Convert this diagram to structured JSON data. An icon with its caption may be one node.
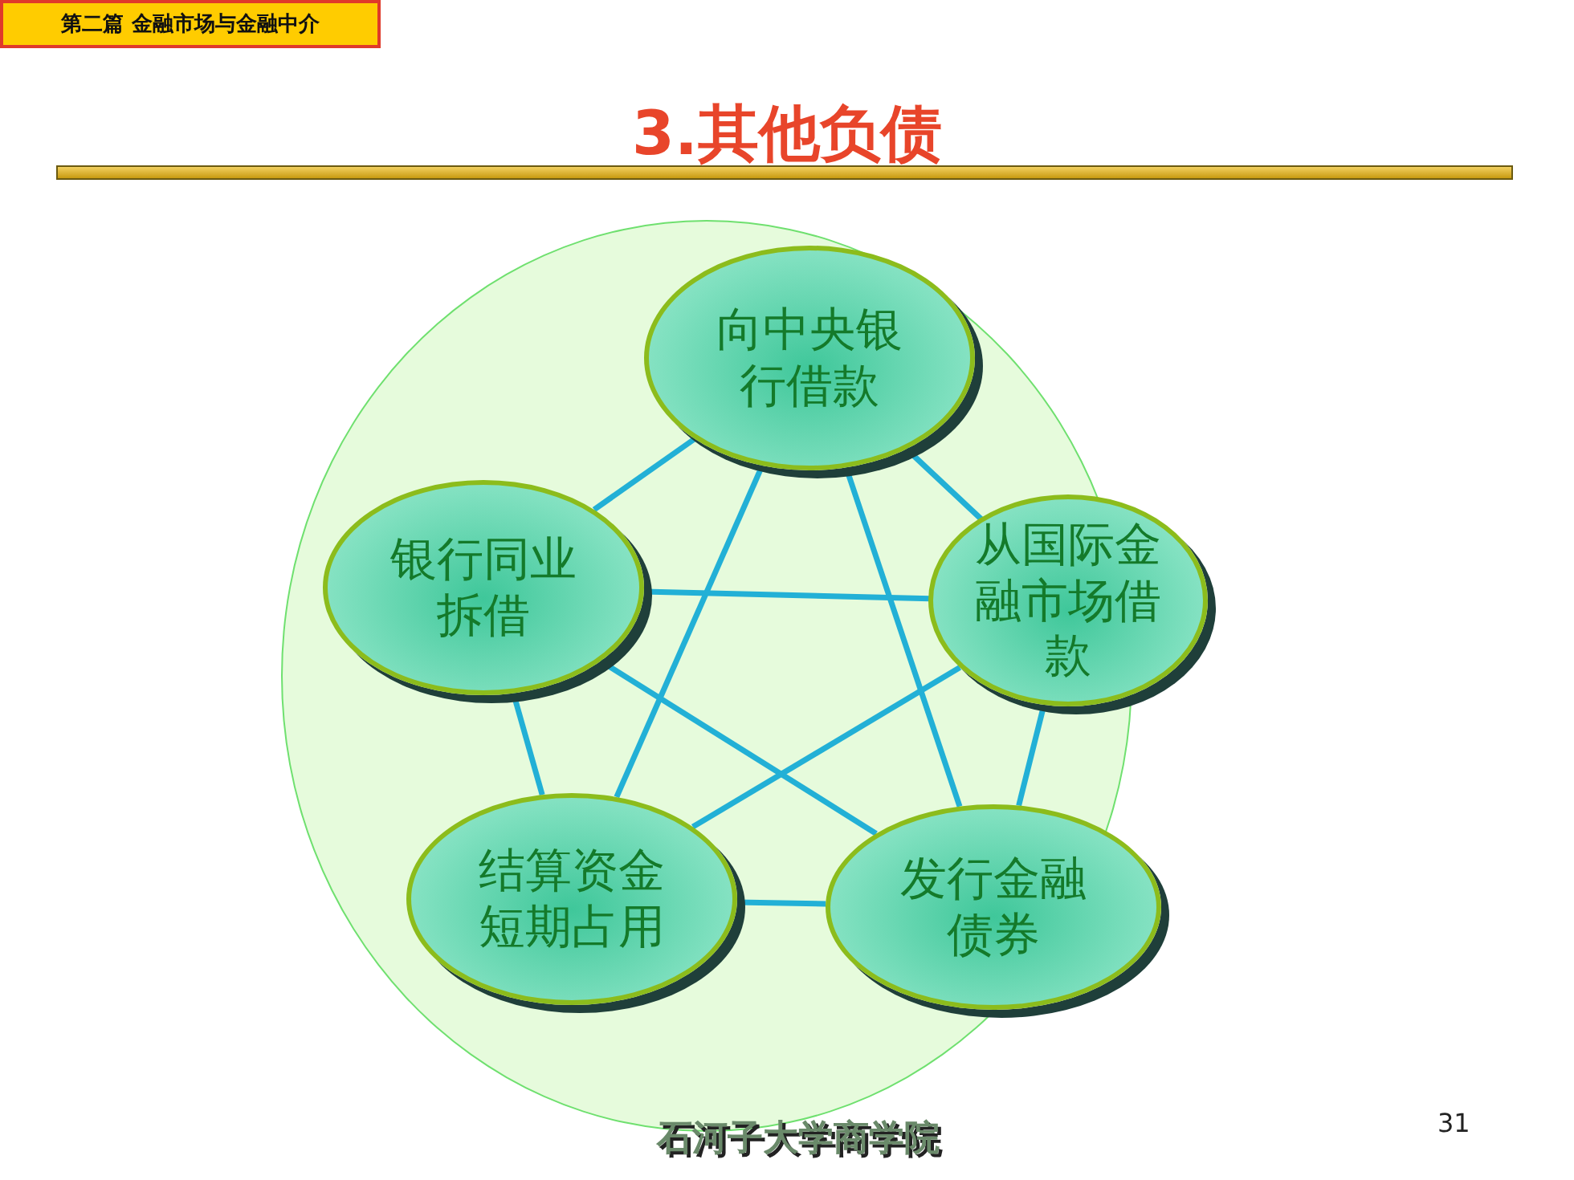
{
  "diagram": {
    "title": "3.其他负债",
    "nodes": [
      {
        "text": [],
        "shape": "circle"
      },
      {
        "text": [
          "向中央银行借款"
        ],
        "in": 0
      },
      {
        "text": [
          "银行同业拆借"
        ],
        "in": 0
      },
      {
        "text": [
          "从国际金融市场借款"
        ]
      },
      {
        "text": [
          "结算资金短期占用"
        ],
        "in": 0
      },
      {
        "text": [
          "发行金融债券"
        ],
        "in": 0
      }
    ],
    "edges": [
      {
        "from": 1,
        "to": 2,
        "arrow": "none"
      },
      {
        "from": 1,
        "to": 3,
        "arrow": "none"
      },
      {
        "from": 1,
        "to": 4,
        "arrow": "none"
      },
      {
        "from": 1,
        "to": 5,
        "arrow": "none"
      },
      {
        "from": 2,
        "to": 3,
        "arrow": "none"
      },
      {
        "from": 2,
        "to": 4,
        "arrow": "none"
      },
      {
        "from": 2,
        "to": 5,
        "arrow": "none"
      },
      {
        "from": 3,
        "to": 4,
        "arrow": "none"
      },
      {
        "from": 3,
        "to": 5,
        "arrow": "none"
      },
      {
        "from": 4,
        "to": 5,
        "arrow": "none"
      }
    ],
    "labels": [
      "第二篇 金融市场与金融中介",
      "石河子大学商学院",
      "31"
    ]
  }
}
